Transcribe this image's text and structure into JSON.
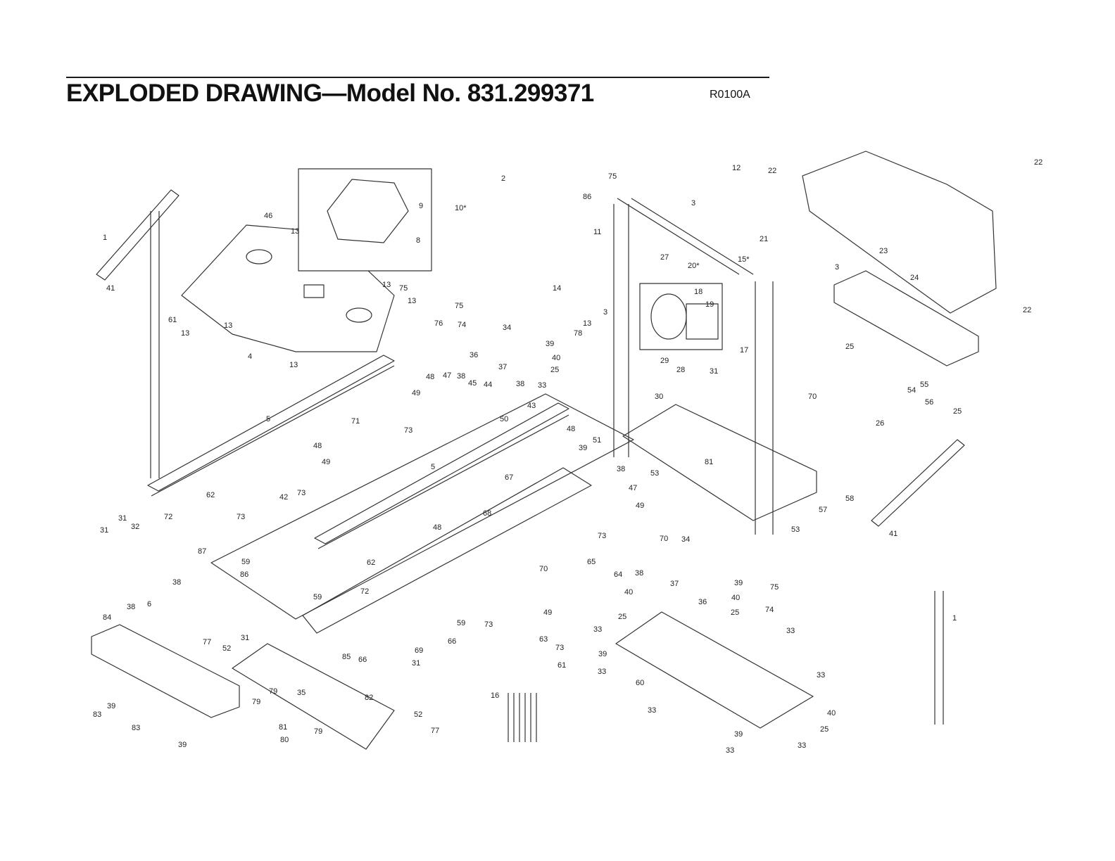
{
  "header": {
    "title": "EXPLODED DRAWING—Model No. 831.299371",
    "code": "R0100A"
  },
  "callouts": [
    "1",
    "41",
    "46",
    "13",
    "61",
    "13",
    "13",
    "4",
    "13",
    "10*",
    "9",
    "8",
    "13",
    "75",
    "13",
    "76",
    "5",
    "2",
    "75",
    "74",
    "34",
    "36",
    "37",
    "13",
    "78",
    "39",
    "40",
    "25",
    "38",
    "3",
    "14",
    "11",
    "86",
    "75",
    "3",
    "12",
    "15*",
    "21",
    "27",
    "20*",
    "18",
    "19",
    "17",
    "29",
    "31",
    "30",
    "28",
    "22",
    "22",
    "23",
    "24",
    "3",
    "22",
    "25",
    "54",
    "55",
    "56",
    "25",
    "70",
    "26",
    "48",
    "47",
    "38",
    "45",
    "44",
    "33",
    "43",
    "50",
    "49",
    "73",
    "71",
    "5",
    "48",
    "49",
    "73",
    "42",
    "73",
    "62",
    "72",
    "31",
    "32",
    "31",
    "87",
    "59",
    "86",
    "38",
    "38",
    "6",
    "67",
    "48",
    "39",
    "51",
    "38",
    "53",
    "81",
    "68",
    "47",
    "49",
    "73",
    "70",
    "48",
    "62",
    "59",
    "72",
    "59",
    "73",
    "49",
    "65",
    "70",
    "64",
    "34",
    "38",
    "39",
    "37",
    "36",
    "40",
    "25",
    "75",
    "74",
    "40",
    "25",
    "33",
    "33",
    "39",
    "33",
    "33",
    "60",
    "33",
    "40",
    "25",
    "39",
    "33",
    "33",
    "57",
    "58",
    "53",
    "41",
    "1",
    "84",
    "77",
    "52",
    "31",
    "79",
    "79",
    "35",
    "82",
    "81",
    "80",
    "83",
    "39",
    "83",
    "39",
    "79",
    "85",
    "69",
    "66",
    "66",
    "31",
    "63",
    "73",
    "61",
    "16",
    "52",
    "77"
  ]
}
